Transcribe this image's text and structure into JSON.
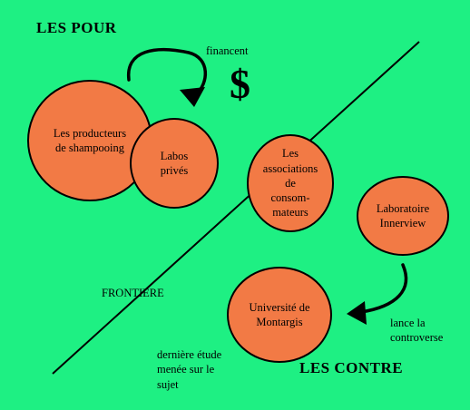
{
  "headings": {
    "pour": "LES POUR",
    "contre": "LES CONTRE"
  },
  "nodes": {
    "producteurs": "Les producteurs\nde shampooing",
    "labos": "Labos\nprivés",
    "associations": "Les\nassociations\nde\nconsom-\nmateurs",
    "innerview": "Laboratoire\nInnerview",
    "universite": "Université de\nMontargis"
  },
  "labels": {
    "financent": "financent",
    "dollar": "$",
    "frontiere": "FRONTIERE",
    "lance": "lance la\ncontroverse",
    "derniere": "dernière étude\nmenée sur le\nsujet"
  },
  "colors": {
    "background": "#1ef083",
    "node_fill": "#f27a45",
    "stroke": "#000000"
  },
  "icons": [
    "curved-arrow",
    "dollar-sign"
  ]
}
